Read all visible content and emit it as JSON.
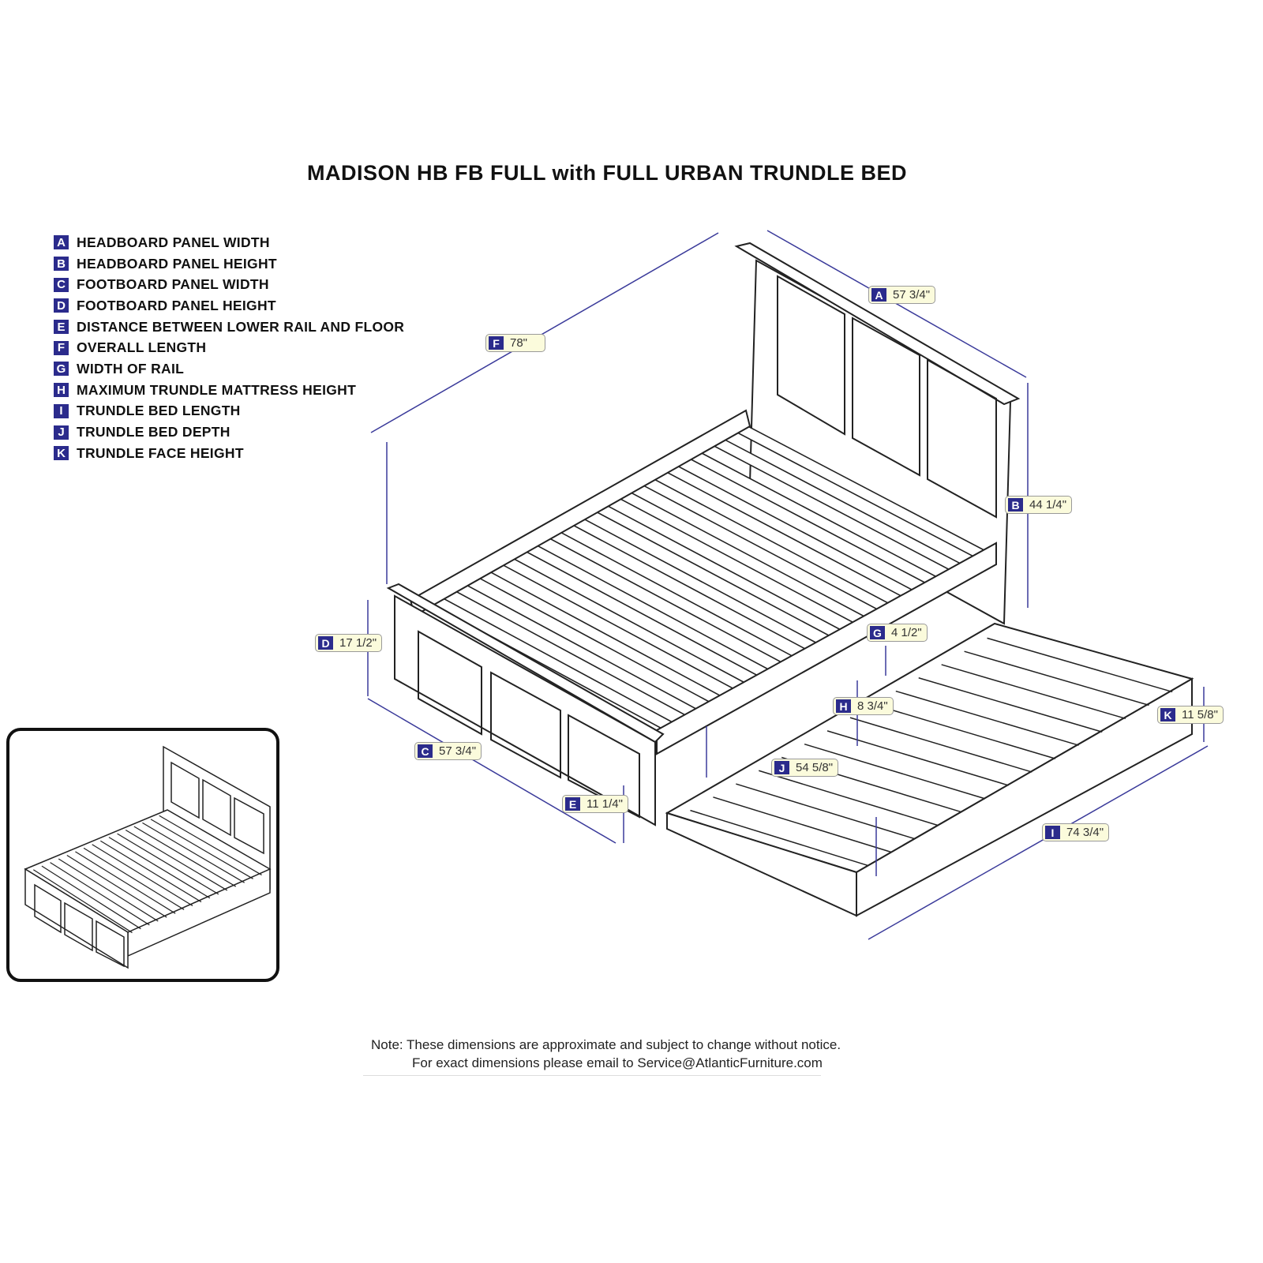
{
  "title": "MADISON HB FB FULL with FULL URBAN TRUNDLE BED",
  "legend": [
    {
      "letter": "A",
      "label": "HEADBOARD PANEL WIDTH"
    },
    {
      "letter": "B",
      "label": "HEADBOARD PANEL HEIGHT"
    },
    {
      "letter": "C",
      "label": "FOOTBOARD PANEL WIDTH"
    },
    {
      "letter": "D",
      "label": "FOOTBOARD PANEL HEIGHT"
    },
    {
      "letter": "E",
      "label": "DISTANCE BETWEEN LOWER RAIL AND FLOOR"
    },
    {
      "letter": "F",
      "label": "OVERALL LENGTH"
    },
    {
      "letter": "G",
      "label": "WIDTH OF RAIL"
    },
    {
      "letter": "H",
      "label": "MAXIMUM TRUNDLE MATTRESS HEIGHT"
    },
    {
      "letter": "I",
      "label": "TRUNDLE BED LENGTH"
    },
    {
      "letter": "J",
      "label": "TRUNDLE BED DEPTH"
    },
    {
      "letter": "K",
      "label": "TRUNDLE FACE HEIGHT"
    }
  ],
  "dimensions": {
    "A": "57 3/4\"",
    "B": "44 1/4\"",
    "C": "57 3/4\"",
    "D": "17 1/2\"",
    "E": "11 1/4\"",
    "F": "78\"",
    "G": "4 1/2\"",
    "H": "8 3/4\"",
    "I": "74 3/4\"",
    "J": "54 5/8\"",
    "K": "11 5/8\""
  },
  "note": {
    "line1": "Note: These dimensions are approximate and subject to change without notice.",
    "line2": "For exact dimensions please email to Service@AtlanticFurniture.com"
  },
  "colors": {
    "badge": "#2b2b8c",
    "label_bg": "#fbfbdc",
    "dim_line": "#3a3a9a"
  }
}
